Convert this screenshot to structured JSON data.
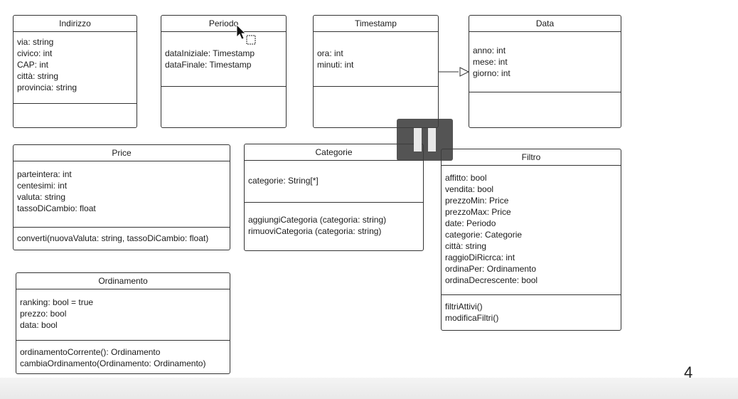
{
  "slide": {
    "page_number": "4"
  },
  "classes": {
    "indirizzo": {
      "name": "Indirizzo",
      "attributes": [
        "via: string",
        "civico: int",
        "CAP: int",
        "città: string",
        "provincia: string"
      ],
      "methods": []
    },
    "periodo": {
      "name": "Periodo",
      "attributes": [
        "dataIniziale: Timestamp",
        "dataFinale: Timestamp"
      ],
      "methods": []
    },
    "timestamp": {
      "name": "Timestamp",
      "attributes": [
        "ora: int",
        "minuti: int"
      ],
      "methods": []
    },
    "data": {
      "name": "Data",
      "attributes": [
        "anno: int",
        "mese: int",
        "giorno: int"
      ],
      "methods": []
    },
    "price": {
      "name": "Price",
      "attributes": [
        "parteintera: int",
        "centesimi: int",
        "valuta: string",
        "tassoDiCambio: float"
      ],
      "methods": [
        "converti(nuovaValuta: string, tassoDiCambio: float)"
      ]
    },
    "categorie": {
      "name": "Categorie",
      "attributes": [
        "categorie: String[*]"
      ],
      "methods": [
        "aggiungiCategoria (categoria: string)",
        "rimuoviCategoria (categoria: string)"
      ]
    },
    "filtro": {
      "name": "Filtro",
      "attributes": [
        "affitto: bool",
        "vendita: bool",
        "prezzoMin: Price",
        "prezzoMax: Price",
        "date: Periodo",
        "categorie: Categorie",
        "città: string",
        "raggioDiRicrca: int",
        "ordinaPer: Ordinamento",
        "ordinaDecrescente: bool"
      ],
      "methods": [
        "filtriAttivi()",
        "modificaFiltri()"
      ]
    },
    "ordinamento": {
      "name": "Ordinamento",
      "attributes": [
        "ranking: bool = true",
        "prezzo: bool",
        "data: bool"
      ],
      "methods": [
        "ordinamentoCorrente(): Ordinamento",
        "cambiaOrdinamento(Ordinamento: Ordinamento)"
      ]
    }
  },
  "relations": [
    {
      "from": "Timestamp",
      "to": "Data",
      "type": "generalization"
    }
  ],
  "icons": {
    "cursor": "mouse-pointer-icon",
    "pause": "pause-icon"
  }
}
